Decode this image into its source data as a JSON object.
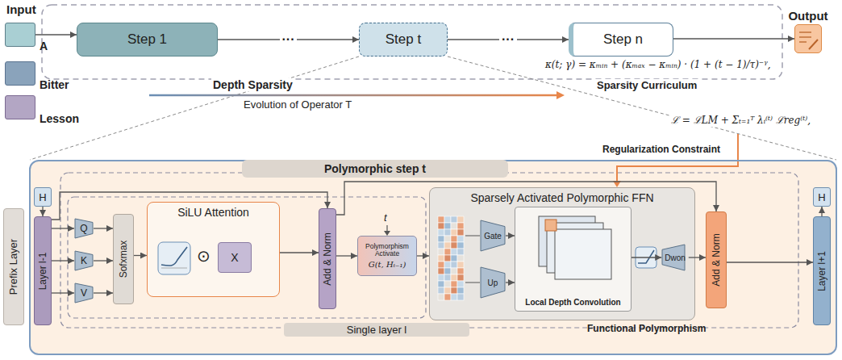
{
  "diagram": {
    "nodes": [
      {
        "text": [
          "A"
        ]
      },
      {
        "text": [
          "Bitter"
        ]
      },
      {
        "text": [
          "Lesson"
        ]
      },
      {
        "text": [
          "Step 1"
        ]
      },
      {
        "text": [
          "Step t"
        ]
      },
      {
        "text": [
          "Step n"
        ]
      },
      {
        "text": [
          "Output"
        ]
      },
      {
        "text": [
          "Prefix Layer"
        ]
      },
      {
        "text": [
          "Polymorphic step t"
        ]
      },
      {
        "text": [
          "H"
        ],
        "in": 8
      },
      {
        "text": [
          "Layer l-1"
        ],
        "in": 8
      },
      {
        "text": [
          "Q"
        ],
        "in": 8
      },
      {
        "text": [
          "K"
        ],
        "in": 8
      },
      {
        "text": [
          "V"
        ],
        "in": 8
      },
      {
        "text": [
          "Sofxmax"
        ],
        "in": 8
      },
      {
        "text": [
          "SiLU Attention"
        ],
        "in": 8
      },
      {
        "text": [
          "X"
        ],
        "in": 15
      },
      {
        "text": [
          "Add & Norm"
        ],
        "in": 8
      },
      {
        "text": [
          "Polymorphism Activate",
          "G(t, Hₜ₋₁)"
        ],
        "in": 8
      },
      {
        "text": [
          "Sparsely Activated Polymorphic FFN"
        ],
        "in": 8
      },
      {
        "text": [
          "Gate"
        ],
        "in": 19
      },
      {
        "text": [
          "Up"
        ],
        "in": 19
      },
      {
        "text": [
          "Local Depth Convolution"
        ],
        "in": 19
      },
      {
        "text": [
          "Dwon"
        ],
        "in": 19
      },
      {
        "text": [
          "Add & Norm"
        ],
        "in": 8
      },
      {
        "text": [
          "Layer l+1"
        ],
        "in": 8
      },
      {
        "text": [
          "H"
        ],
        "in": 8
      }
    ],
    "edges": [
      {
        "from": 0,
        "to": 3,
        "arrow": "to"
      },
      {
        "from": 3,
        "to": 4,
        "label": "···",
        "arrow": "to"
      },
      {
        "from": 4,
        "to": 5,
        "label": "···",
        "arrow": "to"
      },
      {
        "from": 5,
        "to": 6,
        "arrow": "to"
      },
      {
        "from": 9,
        "to": 10,
        "arrow": "to"
      },
      {
        "from": 10,
        "to": 11,
        "arrow": "to"
      },
      {
        "from": 10,
        "to": 12,
        "arrow": "to"
      },
      {
        "from": 10,
        "to": 13,
        "arrow": "to"
      },
      {
        "from": 11,
        "to": 14,
        "arrow": "to"
      },
      {
        "from": 12,
        "to": 14,
        "arrow": "to"
      },
      {
        "from": 13,
        "to": 14,
        "arrow": "to"
      },
      {
        "from": 14,
        "to": 15,
        "arrow": "to"
      },
      {
        "from": 15,
        "to": 17,
        "arrow": "to"
      },
      {
        "from": 10,
        "to": 17,
        "arrow": "to"
      },
      {
        "from": 17,
        "to": 18,
        "arrow": "to"
      },
      {
        "from": 18,
        "to": 19,
        "arrow": "to"
      },
      {
        "from": 20,
        "to": 22,
        "arrow": "to"
      },
      {
        "from": 21,
        "to": 22,
        "arrow": "to"
      },
      {
        "from": 22,
        "to": 23,
        "arrow": "to"
      },
      {
        "from": 17,
        "to": 24,
        "arrow": "to"
      },
      {
        "from": 23,
        "to": 24,
        "arrow": "to"
      },
      {
        "from": 24,
        "to": 25,
        "arrow": "to"
      },
      {
        "from": 25,
        "to": 26,
        "arrow": "to"
      }
    ],
    "labels": [
      "Input",
      "κ(t; γ) = κₘᵢₙ + (κₘₐₓ − κₘᵢₙ) · (1 + (t − 1)/τ)⁻ᵞ,",
      "Depth Sparsity",
      "Evolution of Operator T",
      "Sparsity Curriculum",
      "ℒ = ℒLM + Σₜ₌₁ᵀ λᵢ⁽ᵗ⁾ ℒreg⁽ᵗ⁾,",
      "Regularization Constraint",
      "⊙",
      "t",
      "Single layer l",
      "Functional Polymorphism"
    ]
  }
}
